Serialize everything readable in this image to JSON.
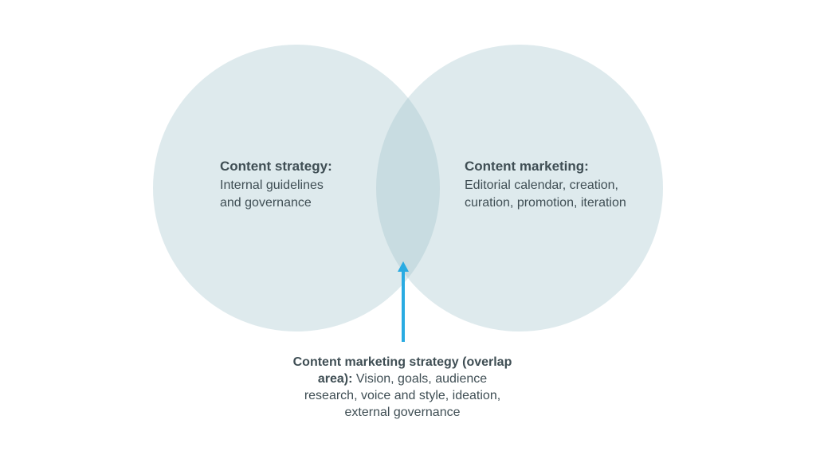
{
  "colors": {
    "background": "#ffffff",
    "circle_fill": "#a0c4ca",
    "arrow": "#29abe2",
    "text": "#3f4e54"
  },
  "venn": {
    "left_circle": {
      "title": "Content strategy:",
      "description": "Internal guidelines\nand governance"
    },
    "right_circle": {
      "title": "Content marketing:",
      "description": "Editorial calendar, creation,\ncuration, promotion, iteration"
    },
    "overlap": {
      "title": "Content marketing strategy (overlap area):",
      "description": "Vision, goals, audience research, voice and style, ideation, external governance"
    }
  }
}
